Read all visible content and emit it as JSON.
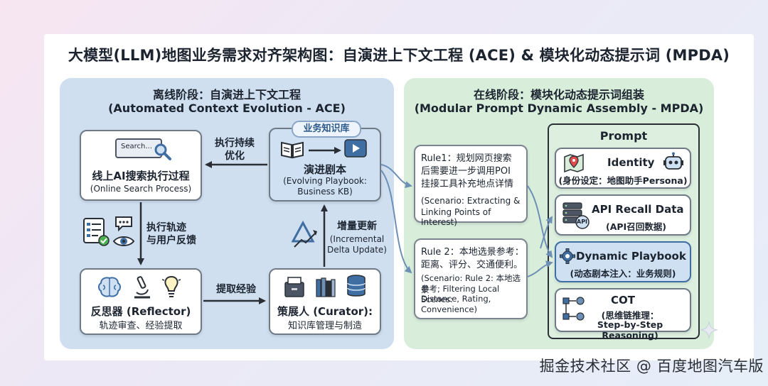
{
  "title": "大模型(LLM)地图业务需求对齐架构图：自演进上下文工程 (ACE) & 模块化动态提示词 (MPDA)",
  "offline": {
    "title_zh": "离线阶段：自演进上下文工程",
    "title_en": "(Automated Context Evolution - ACE)",
    "search_process": {
      "search_box": "Search...",
      "title_zh": "线上AI搜索执行过程",
      "title_en": "(Online Search Process)"
    },
    "kb": {
      "badge": "业务知识库",
      "title_zh": "演进剧本",
      "title_en_1": "(Evolving Playbook:",
      "title_en_2": "Business KB)"
    },
    "reflector": {
      "title": "反思器 (Reflector)",
      "subtitle": "轨迹审查、经验提取"
    },
    "curator": {
      "title": "策展人 (Curator):",
      "subtitle": "知识库管理与制造"
    },
    "labels": {
      "optimize_1": "执行持续",
      "optimize_2": "优化",
      "trace_1": "执行轨迹",
      "trace_2": "与用户反馈",
      "extract": "提取经验",
      "incremental_zh": "增量更新",
      "incremental_en_1": "(Incremental",
      "incremental_en_2": "Delta Update)"
    }
  },
  "online": {
    "title_zh": "在线阶段：模块化动态提示词组装",
    "title_en": "(Modular Prompt Dynamic Assembly - MPDA)",
    "rule1": {
      "line1": "Rule1：规划网页搜索",
      "line2": "后需要进一步调用POI",
      "line3": "挂接工具补充地点详情",
      "scenario_1": "(Scenario: Extracting &",
      "scenario_2": "Linking Points of Interest)"
    },
    "rule2": {
      "line1": "Rule 2：本地选景参考：",
      "line2": "距离、评分、交通便利。",
      "scenario_1": "(Scenario: Rule 2: 本地选景",
      "scenario_2": "参考; Filtering Local Scenes:",
      "scenario_3": "Distance, Rating,",
      "scenario_4": "Convenience)"
    },
    "prompt": {
      "title": "Prompt",
      "identity_title": "Identity",
      "identity_sub": "(身份设定：地图助手Persona)",
      "api_title": "API Recall Data",
      "api_sub": "(API召回数据)",
      "api_icon_text": "API",
      "dynamic_title": "Dynamic Playbook",
      "dynamic_sub": "(动态剧本注入：业务规则)",
      "cot_title": "COT",
      "cot_sub_1": "(思维链推理：",
      "cot_sub_2": "Step-by-Step Reasoning)"
    }
  },
  "watermark": "掘金技术社区 @ 百度地图汽车版",
  "colors": {
    "offline_panel": "#cfdff0",
    "online_panel": "#d8eedb",
    "kb_card": "#cfe0f3",
    "dynamic_card": "#cfe0f3",
    "arrow": "#2a2f36",
    "blue_arrow": "#6e90b6",
    "accent": "#3f6ea3"
  }
}
